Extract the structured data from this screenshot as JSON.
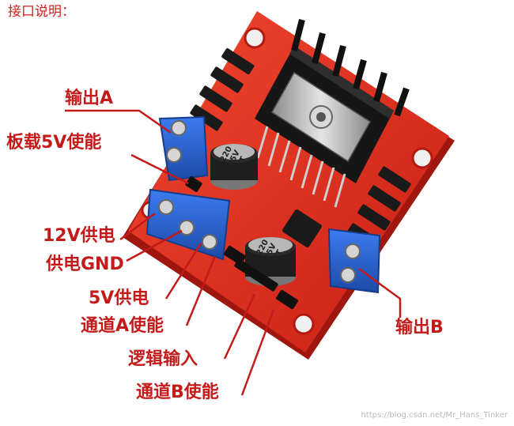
{
  "title": "接口说明：",
  "labels": {
    "out_a": "输出A",
    "enable_5v": "板载5V使能",
    "power_12v": "12V供电",
    "power_gnd": "供电GND",
    "power_5v": "5V供电",
    "channel_a_enable": "通道A使能",
    "logic_input": "逻辑输入",
    "channel_b_enable": "通道B使能",
    "out_b": "输出B"
  },
  "capacitor_text": [
    "220",
    "35V",
    "VT"
  ],
  "watermark": "https://blog.csdn.net/Mr_Hans_Tinker",
  "colors": {
    "label": "#c41a1a",
    "board": "#e0281c",
    "terminal": "#2a5fd0",
    "heatsink": "#111111"
  }
}
